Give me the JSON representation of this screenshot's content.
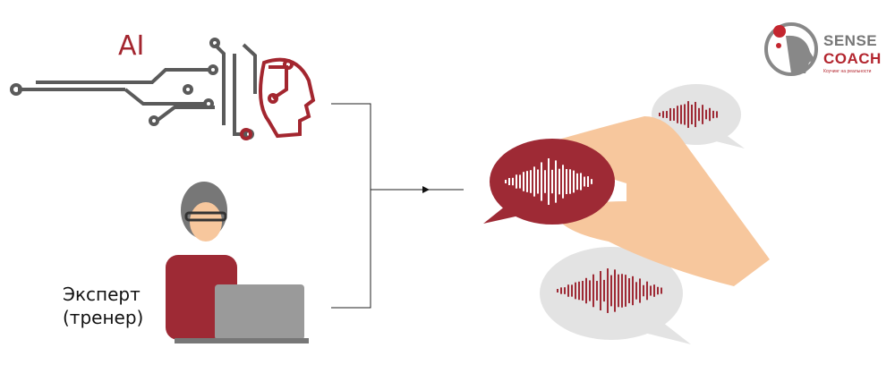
{
  "ai": {
    "label": "AI"
  },
  "expert": {
    "line1": "Эксперт",
    "line2": "(тренер)"
  },
  "logo": {
    "line1": "SENSE",
    "line2": "COACH",
    "tagline": "Коучинг на реальности"
  },
  "colors": {
    "accent": "#9e2a35",
    "gray": "#5a5a5a",
    "bubble_gray": "#e3e3e3",
    "skin": "#f7c79d"
  }
}
